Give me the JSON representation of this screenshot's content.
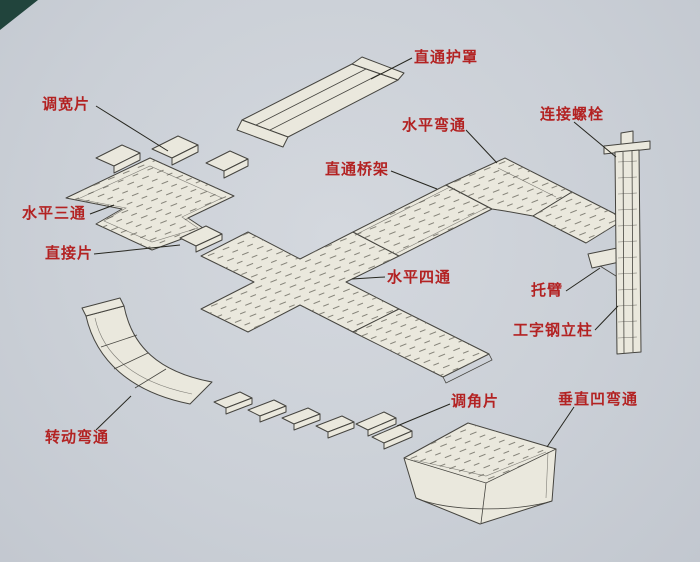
{
  "colors": {
    "paper": "#cbd0d7",
    "ink": "#45443f",
    "part_fill": "#eae8dd",
    "label": "#b32222",
    "leader": "#26261f",
    "corner_mark": "#21443c",
    "hatch": "#7a786e"
  },
  "diagram": {
    "labels": [
      {
        "key": "straight-cover",
        "text": "直通护罩"
      },
      {
        "key": "width-adjust-piece",
        "text": "调宽片"
      },
      {
        "key": "horizontal-bend",
        "text": "水平弯通"
      },
      {
        "key": "connecting-bolt",
        "text": "连接螺栓"
      },
      {
        "key": "straight-tray",
        "text": "直通桥架"
      },
      {
        "key": "horizontal-tee",
        "text": "水平三通"
      },
      {
        "key": "direct-piece",
        "text": "直接片"
      },
      {
        "key": "horizontal-cross",
        "text": "水平四通"
      },
      {
        "key": "support-arm",
        "text": "托臂"
      },
      {
        "key": "i-beam-column",
        "text": "工字钢立柱"
      },
      {
        "key": "angle-adjust-piece",
        "text": "调角片"
      },
      {
        "key": "vertical-concave-bend",
        "text": "垂直凹弯通"
      },
      {
        "key": "rotating-bend",
        "text": "转动弯通"
      }
    ]
  }
}
